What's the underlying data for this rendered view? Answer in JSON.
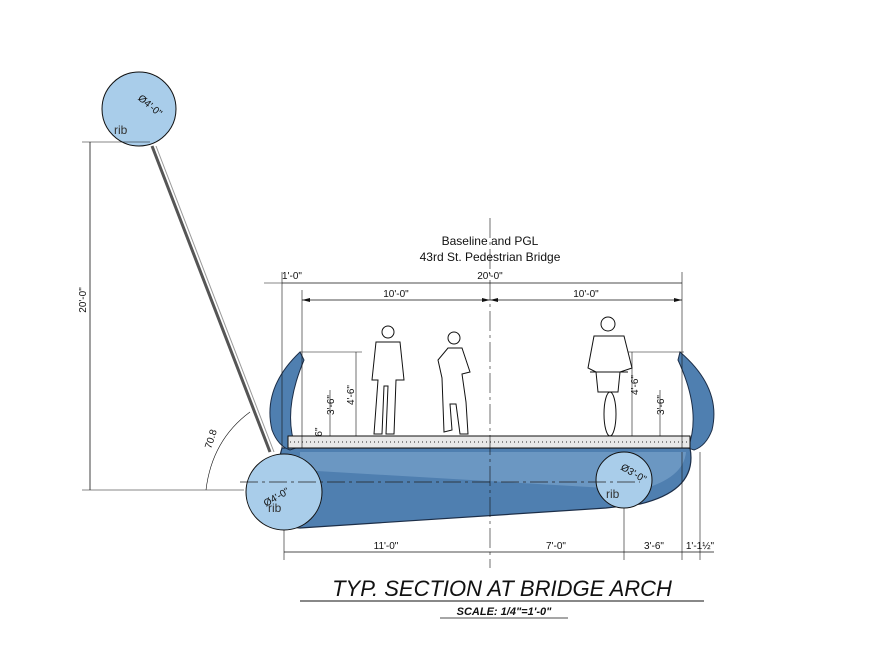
{
  "notes": {
    "baseline_line1": "Baseline and PGL",
    "baseline_line2": "43rd St. Pedestrian Bridge",
    "title": "TYP. SECTION AT BRIDGE ARCH",
    "scale": "SCALE: 1/4\"=1'-0\""
  },
  "dimensions": {
    "total_width": "20'-0\"",
    "left_margin": "1'-0\"",
    "left_half": "10'-0\"",
    "right_half": "10'-0\"",
    "height_20": "20'-0\"",
    "angle": "70.8",
    "rail_left_outer": "3'-6\"",
    "rail_left_inner": "4'-6\"",
    "rail_right_inner": "4'-6\"",
    "rail_right_outer": "3'-6\"",
    "deck_small": "6\"",
    "bottom_left": "11'-0\"",
    "bottom_mid": "7'-0\"",
    "bottom_right": "3'-6\"",
    "bottom_far_right": "1'-1½\""
  },
  "ribs": {
    "label": "rib",
    "top_diameter": "Ø4'-0\"",
    "left_diameter": "Ø4'-0\"",
    "right_diameter": "Ø3'-0\""
  },
  "colors": {
    "rib_fill": "#a9cdea",
    "deck_tub": "#4f7fb0",
    "deck_tub_light": "#7fa6cf",
    "line": "#111111"
  }
}
